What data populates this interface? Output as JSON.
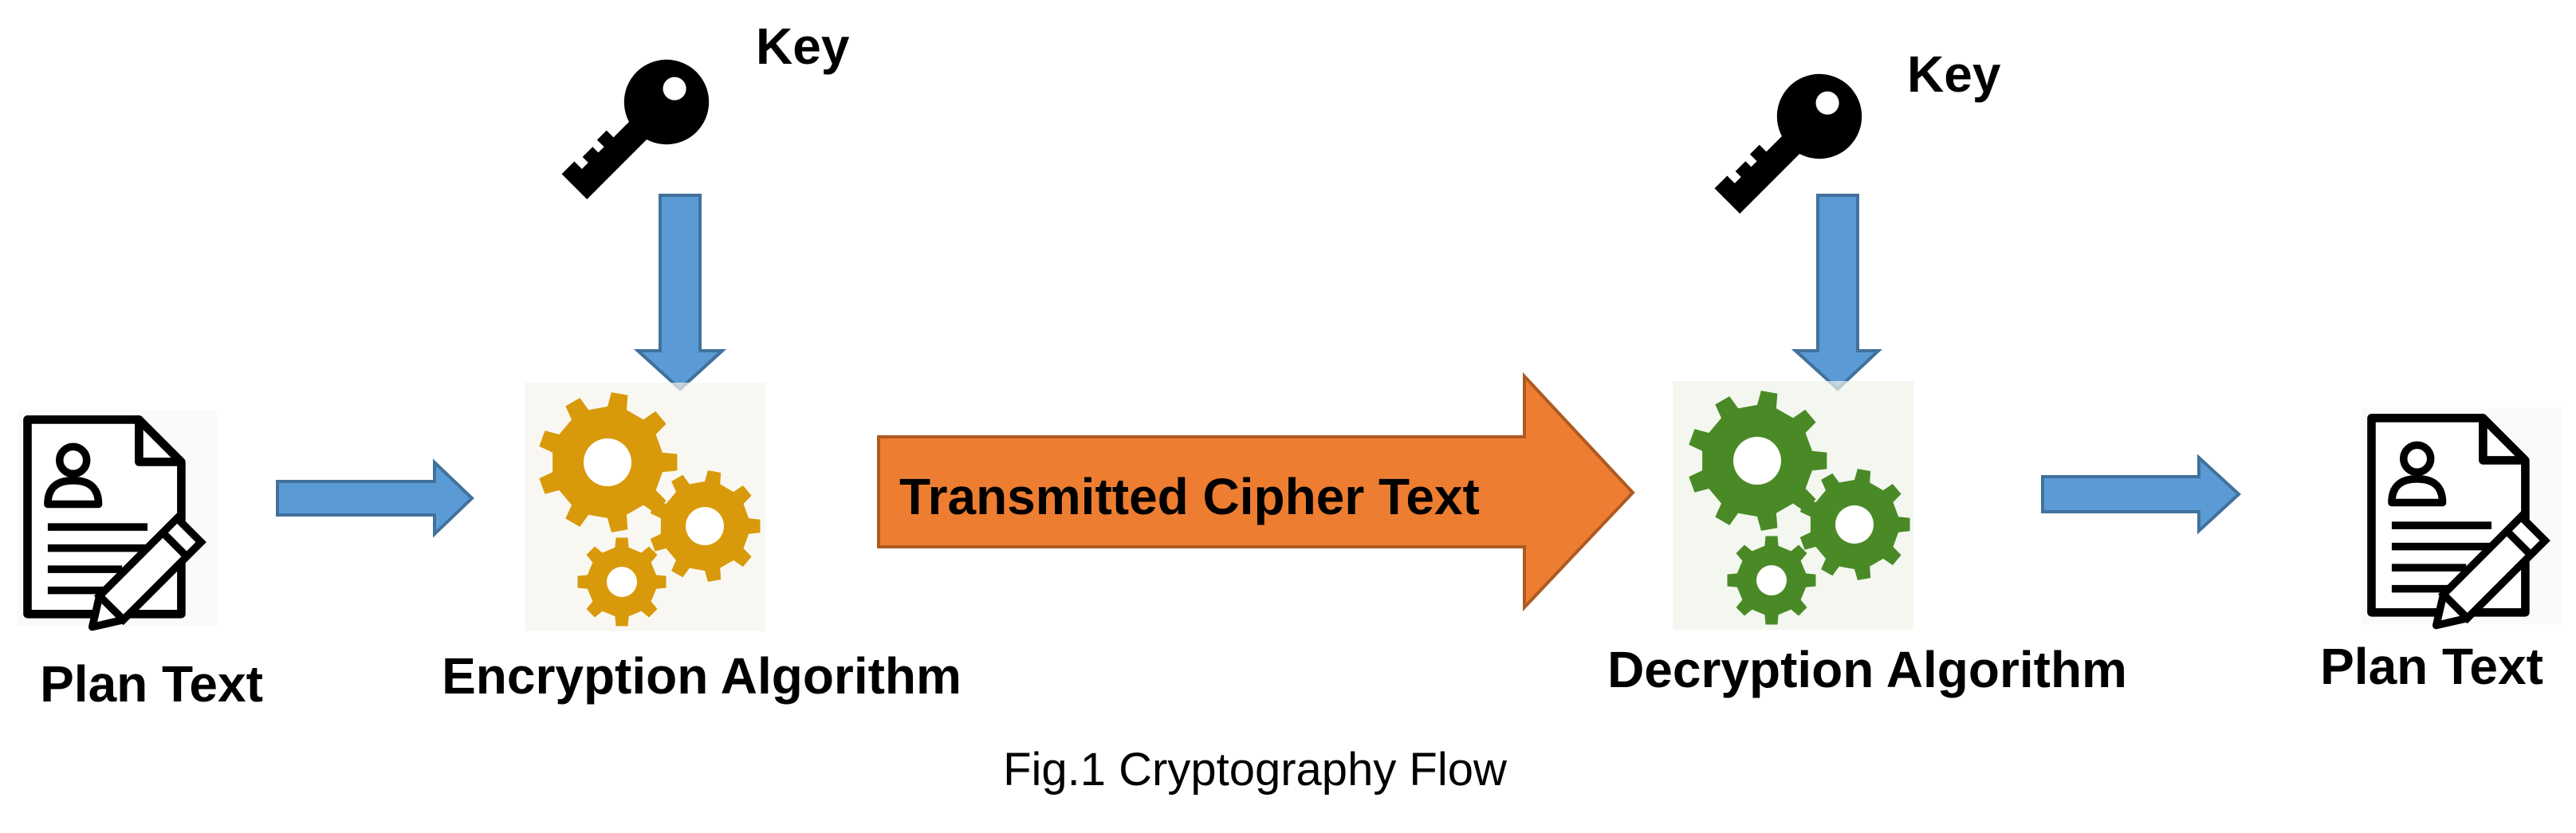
{
  "diagram": {
    "key_left_label": "Key",
    "key_right_label": "Key",
    "plaintext_left_label": "Plan Text",
    "encryption_label": "Encryption Algorithm",
    "cipher_arrow_label": "Transmitted Cipher Text",
    "decryption_label": "Decryption Algorithm",
    "plaintext_right_label": "Plan Text",
    "caption": "Fig.1 Cryptography Flow"
  },
  "colors": {
    "blue_arrow": "#5b9bd5",
    "blue_arrow_stroke": "#41719c",
    "orange_arrow": "#ed7d31",
    "orange_arrow_stroke": "#ae5a21",
    "encryption_gears": "#d89a0a",
    "decryption_gears": "#4a8a26",
    "icon_black": "#000000"
  },
  "icons": {
    "document": "document-edit-icon",
    "key": "key-icon",
    "gears": "gears-icon"
  }
}
